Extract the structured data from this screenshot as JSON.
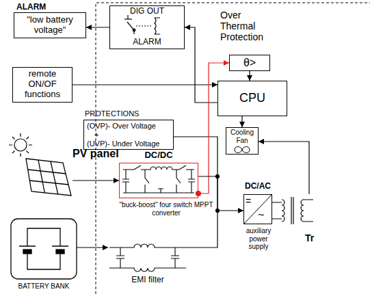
{
  "diagram": {
    "nodes": [
      {
        "text": [
          "ALARM",
          "\"low battery voltage\""
        ]
      },
      {
        "text": [
          "DIG OUT",
          "ALARM"
        ]
      },
      {
        "text": [
          "Over Thermal Protection",
          "θ>"
        ]
      },
      {
        "text": [
          "remote ON/OF functions"
        ]
      },
      {
        "text": [
          "CPU"
        ]
      },
      {
        "text": [
          "PROTECTIONS",
          "(OVP)- Over Voltage",
          "+",
          "(UVP)- Under Voltage"
        ]
      },
      {
        "text": [
          "Cooling Fan"
        ]
      },
      {
        "text": [
          "PV panel"
        ]
      },
      {
        "text": [
          "DC/DC",
          "\"buck-boost\" four switch MPPT converter"
        ]
      },
      {
        "text": [
          "DC/AC",
          "=",
          "~",
          "auxiliary power supply"
        ]
      },
      {
        "text": [
          "Tr"
        ]
      },
      {
        "text": [
          "BATTERY BANK"
        ]
      },
      {
        "text": [
          "EMI filter"
        ]
      }
    ],
    "edges": [
      {
        "from": 1,
        "to": 0,
        "arrow": "to"
      },
      {
        "from": 4,
        "to": 1,
        "arrow": "to"
      },
      {
        "from": 2,
        "to": 4,
        "arrow": "to"
      },
      {
        "from": 3,
        "to": 4,
        "arrow": "to"
      },
      {
        "from": 8,
        "to": 2,
        "arrow": "to"
      },
      {
        "from": 4,
        "to": 6,
        "arrow": "to"
      },
      {
        "from": 7,
        "to": 8,
        "arrow": "to"
      },
      {
        "from": 8,
        "to": 9,
        "arrow": "to"
      },
      {
        "from": 11,
        "to": 12,
        "arrow": "to"
      },
      {
        "from": 10,
        "to": 6,
        "arrow": "to"
      }
    ]
  }
}
